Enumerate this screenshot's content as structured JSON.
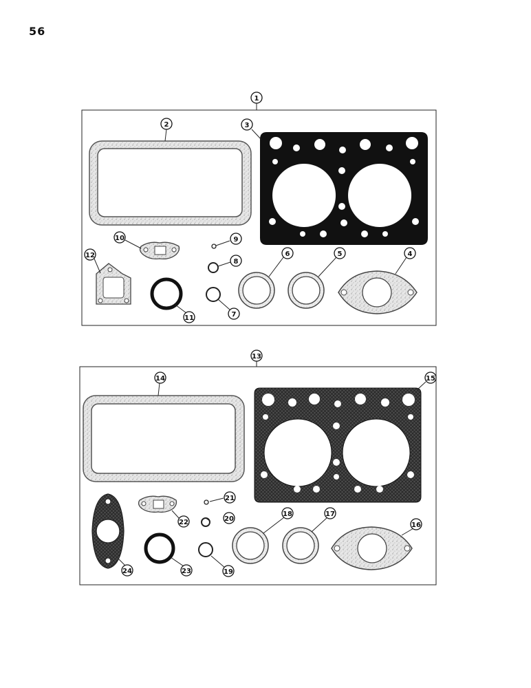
{
  "page": {
    "number": "56"
  },
  "callouts": {
    "c1": "1",
    "c2": "2",
    "c3": "3",
    "c4": "4",
    "c5": "5",
    "c6": "6",
    "c7": "7",
    "c8": "8",
    "c9": "9",
    "c10": "10",
    "c11": "11",
    "c12": "12",
    "c13": "13",
    "c14": "14",
    "c15": "15",
    "c16": "16",
    "c17": "17",
    "c18": "18",
    "c19": "19",
    "c20": "20",
    "c21": "21",
    "c22": "22",
    "c23": "23",
    "c24": "24"
  }
}
